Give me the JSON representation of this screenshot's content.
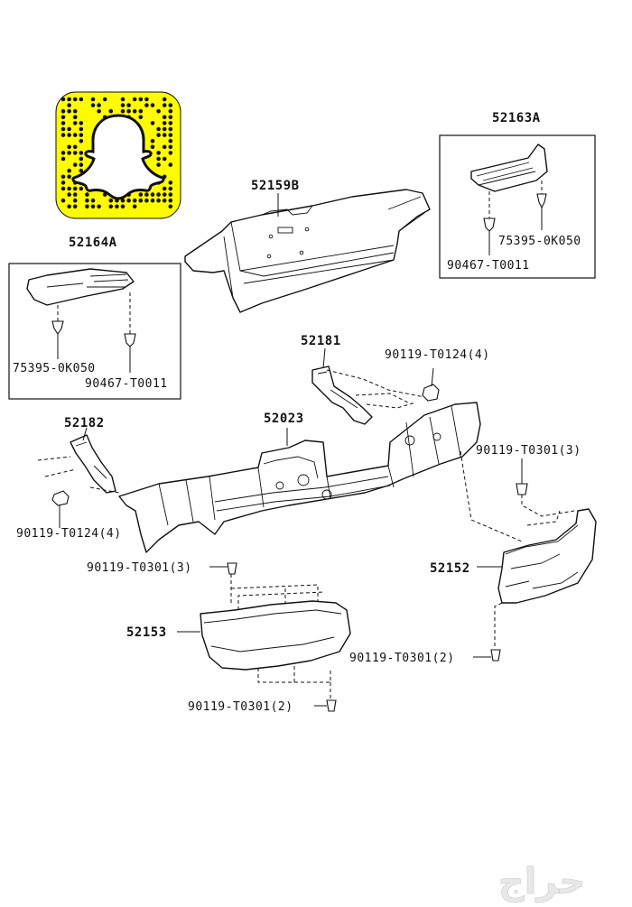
{
  "logo": {
    "name": "snapcode-ghost"
  },
  "labels": {
    "p52163A": "52163A",
    "p75395_r": "75395-0K050",
    "p90467_r": "90467-T0011",
    "p52159B": "52159B",
    "p52164A": "52164A",
    "p75395_l": "75395-0K050",
    "p90467_l": "90467-T0011",
    "p52181": "52181",
    "p90119_t0124_r": "90119-T0124(4)",
    "p52182": "52182",
    "p52023": "52023",
    "p90119_t0301_r4": "90119-T0301(3)",
    "p90119_t0124_l": "90119-T0124(4)",
    "p90119_t0301_c": "90119-T0301(3)",
    "p52152": "52152",
    "p52153": "52153",
    "p90119_t0301_r2": "90119-T0301(2)",
    "p90119_t0301_b": "90119-T0301(2)"
  },
  "watermark": {
    "text": "حراج"
  },
  "colors": {
    "snap_yellow": "#FFFC00",
    "ink": "#111111"
  }
}
